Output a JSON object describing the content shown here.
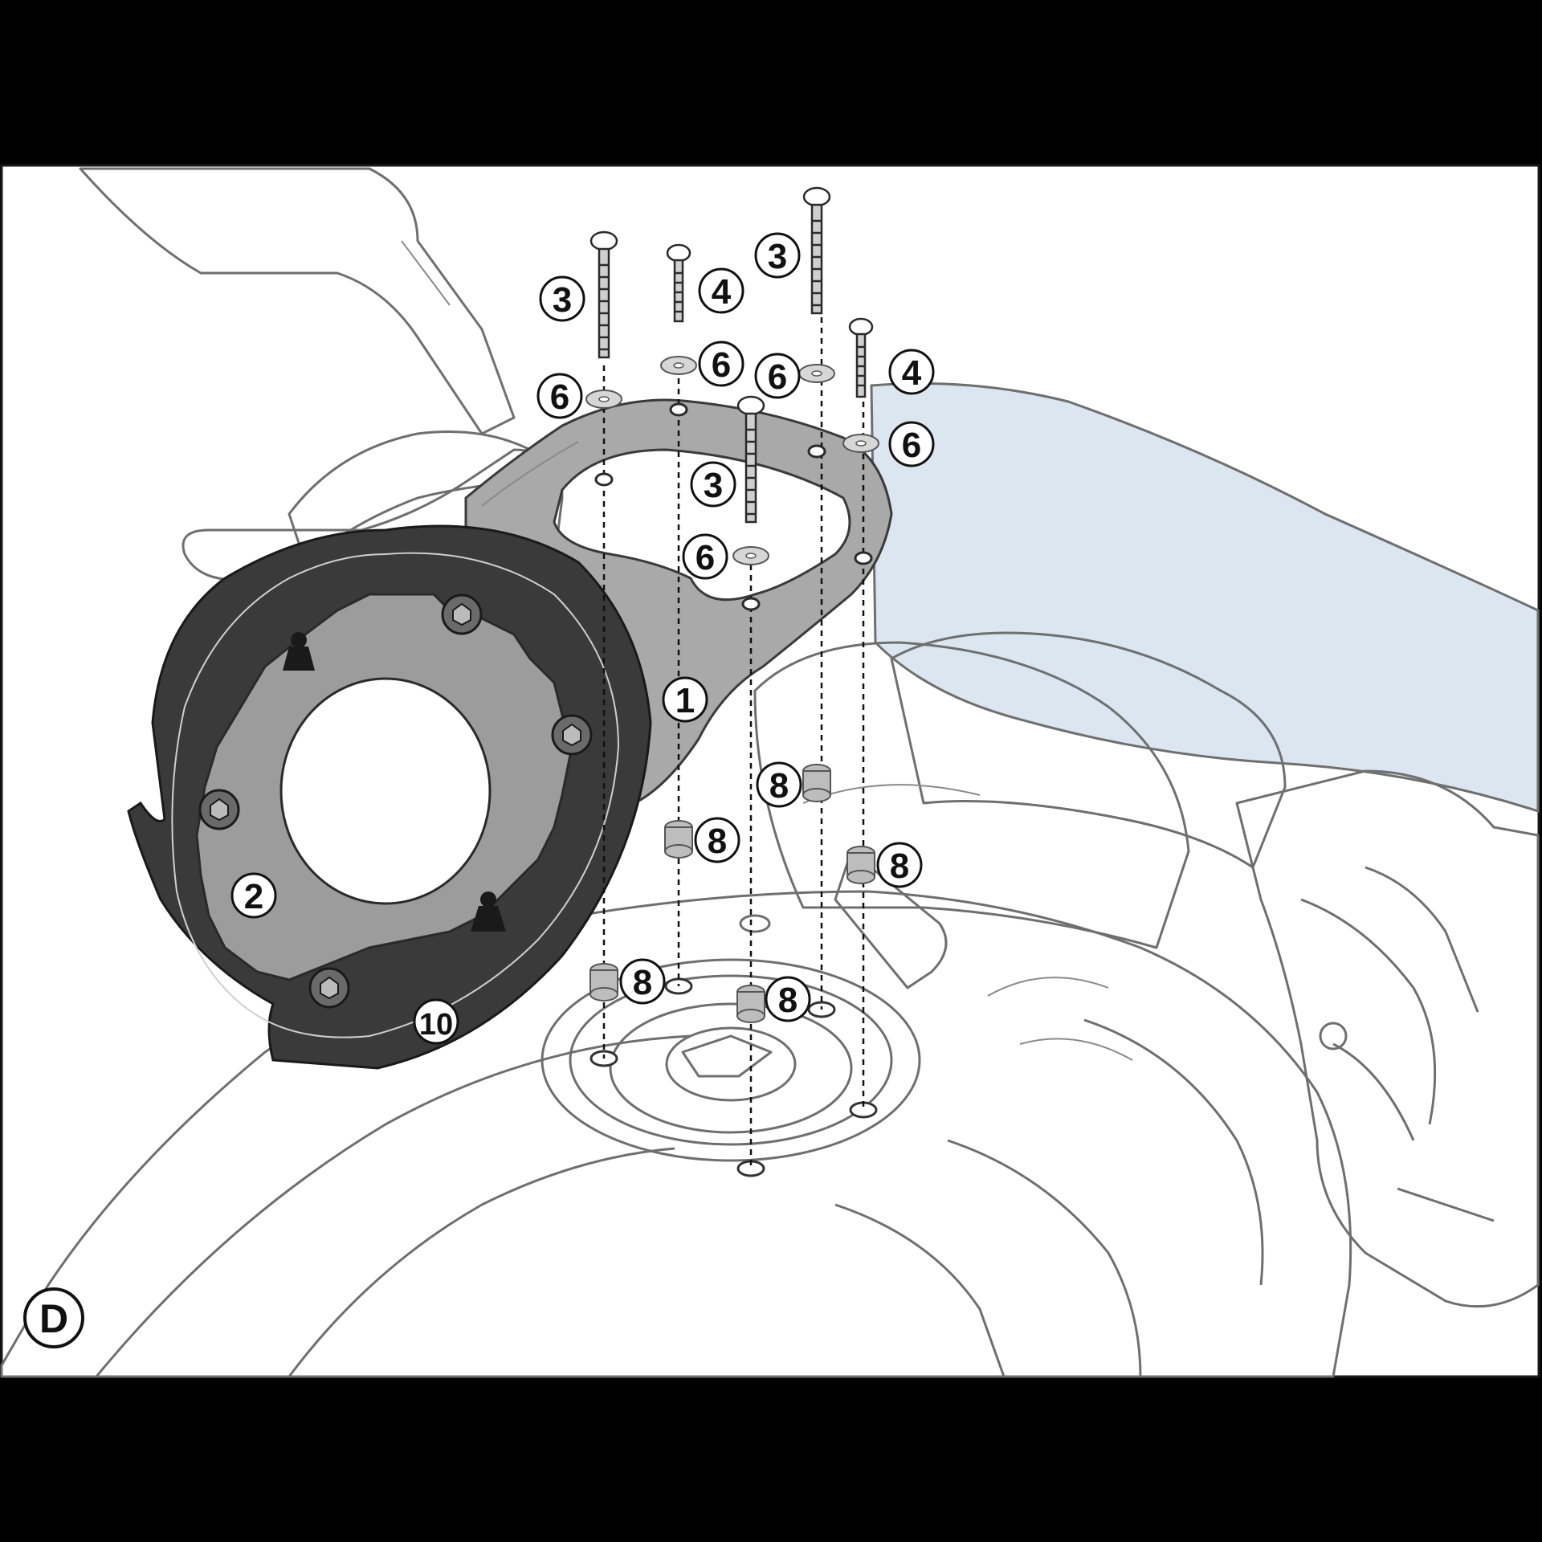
{
  "figure": {
    "panel_label": "D",
    "callouts": [
      {
        "id": "c1",
        "label": "1"
      },
      {
        "id": "c2",
        "label": "2"
      },
      {
        "id": "c10",
        "label": "10"
      },
      {
        "id": "c3a",
        "label": "3"
      },
      {
        "id": "c3b",
        "label": "3"
      },
      {
        "id": "c3c",
        "label": "3"
      },
      {
        "id": "c4a",
        "label": "4"
      },
      {
        "id": "c4b",
        "label": "4"
      },
      {
        "id": "c6a",
        "label": "6"
      },
      {
        "id": "c6b",
        "label": "6"
      },
      {
        "id": "c6c",
        "label": "6"
      },
      {
        "id": "c6d",
        "label": "6"
      },
      {
        "id": "c6e",
        "label": "6"
      },
      {
        "id": "c8a",
        "label": "8"
      },
      {
        "id": "c8b",
        "label": "8"
      },
      {
        "id": "c8c",
        "label": "8"
      },
      {
        "id": "c8d",
        "label": "8"
      },
      {
        "id": "c8e",
        "label": "8"
      }
    ]
  },
  "colors": {
    "background": "#000000",
    "panel": "#ffffff",
    "tank_fill": "#eef0f3",
    "screen_fill": "#dbe6f0",
    "bracket_fill": "#a9a9a9",
    "ring_fill": "#3a3a3a",
    "plate_fill": "#9c9c9c"
  }
}
